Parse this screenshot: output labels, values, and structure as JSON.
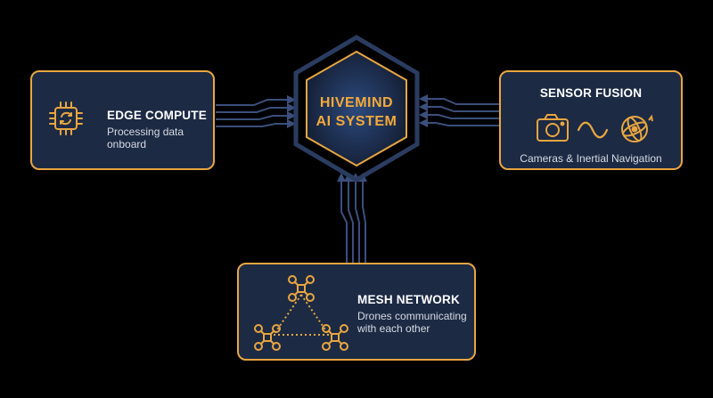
{
  "hub": {
    "line1": "HIVEMIND",
    "line2": "AI SYSTEM"
  },
  "edge": {
    "title": "EDGE COMPUTE",
    "desc_line1": "Processing data",
    "desc_line2": "onboard",
    "icon": "processor-chip-icon"
  },
  "sensor": {
    "title": "SENSOR FUSION",
    "desc": "Cameras & Inertial Navigation",
    "icons": [
      "camera-icon",
      "wave-icon",
      "gyroscope-icon"
    ]
  },
  "mesh": {
    "title": "MESH NETWORK",
    "desc_line1": "Drones communicating",
    "desc_line2": "with each other",
    "icon": "drone-triangle-icon"
  },
  "colors": {
    "accent": "#e8a640",
    "hub_text": "#f4a93a",
    "card_bg": "#1c2a44",
    "connector": "#3b4f7c",
    "background": "#000000"
  }
}
